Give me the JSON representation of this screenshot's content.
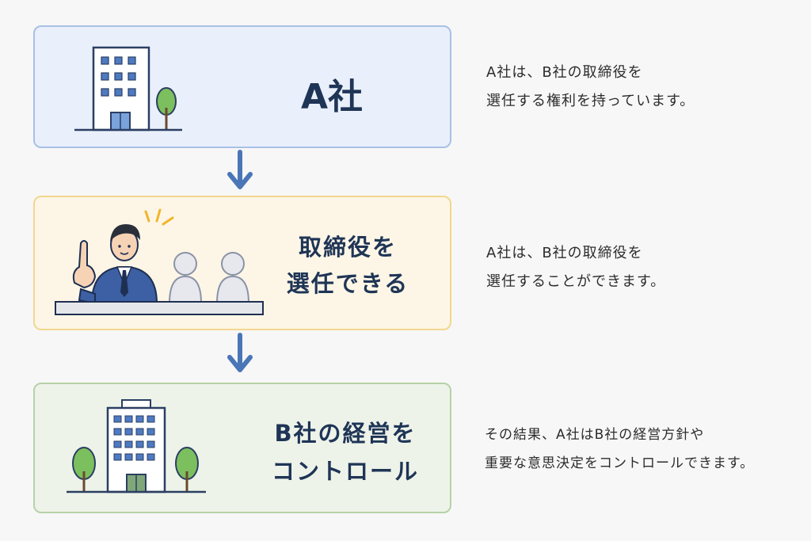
{
  "steps": [
    {
      "title_lines": [
        "A社"
      ],
      "description_lines": [
        "A社は、B社の取締役を",
        "選任する権利を持っています。"
      ],
      "icon": "office-building-with-tree"
    },
    {
      "title_lines": [
        "取締役を",
        "選任できる"
      ],
      "description_lines": [
        "A社は、B社の取締役を",
        "選任することができます。"
      ],
      "icon": "businessman-pointing-with-candidates"
    },
    {
      "title_lines": [
        "B社の経営を",
        "コントロール"
      ],
      "description_lines": [
        "その結果、A社はB社の経営方針や",
        "重要な意思決定をコントロールできます。"
      ],
      "icon": "tall-office-building-with-trees"
    }
  ],
  "arrows": [
    "down-arrow-icon",
    "down-arrow-icon"
  ],
  "colors": {
    "step1_bg": "#e9f0fb",
    "step1_border": "#a8c0e6",
    "step2_bg": "#fdf6e6",
    "step2_border": "#f2d78f",
    "step3_bg": "#eef3ea",
    "step3_border": "#b7d1a6",
    "arrow": "#4a76b8",
    "title": "#1f3556"
  }
}
